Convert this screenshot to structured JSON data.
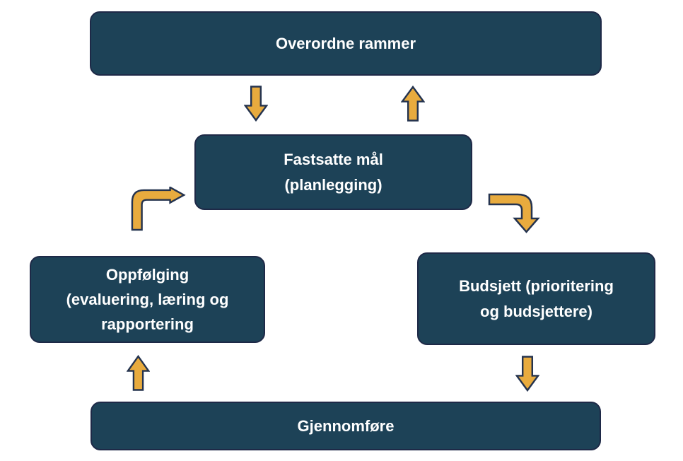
{
  "diagram": {
    "title": "Styringssirkel-diagram",
    "colors": {
      "background": "#ffffff",
      "box_fill": "#1d4257",
      "box_border": "#1e2947",
      "arrow_fill": "#e8ab3e",
      "arrow_outline": "#24334f",
      "text": "#ffffff"
    },
    "nodes": {
      "overordne": {
        "label": "Overordne rammer"
      },
      "fastsatte": {
        "label": "Fastsatte mål\n(planlegging)"
      },
      "oppfolging": {
        "label": "Oppfølging\n(evaluering, læring og\nrapportering"
      },
      "budsjett": {
        "label": "Budsjett (prioritering\nog budsjettere)"
      },
      "gjennomfore": {
        "label": "Gjennomføre"
      }
    },
    "arrows": [
      {
        "name": "arrow-overordne-to-fastsatte",
        "type": "block-arrow-down"
      },
      {
        "name": "arrow-fastsatte-to-overordne",
        "type": "block-arrow-up"
      },
      {
        "name": "arrow-oppfolging-to-fastsatte",
        "type": "bent-arrow-up-right"
      },
      {
        "name": "arrow-fastsatte-to-budsjett",
        "type": "bent-arrow-right-down"
      },
      {
        "name": "arrow-budsjett-to-gjennomfore",
        "type": "block-arrow-down"
      },
      {
        "name": "arrow-gjennomfore-to-oppfolging",
        "type": "block-arrow-up"
      }
    ]
  }
}
